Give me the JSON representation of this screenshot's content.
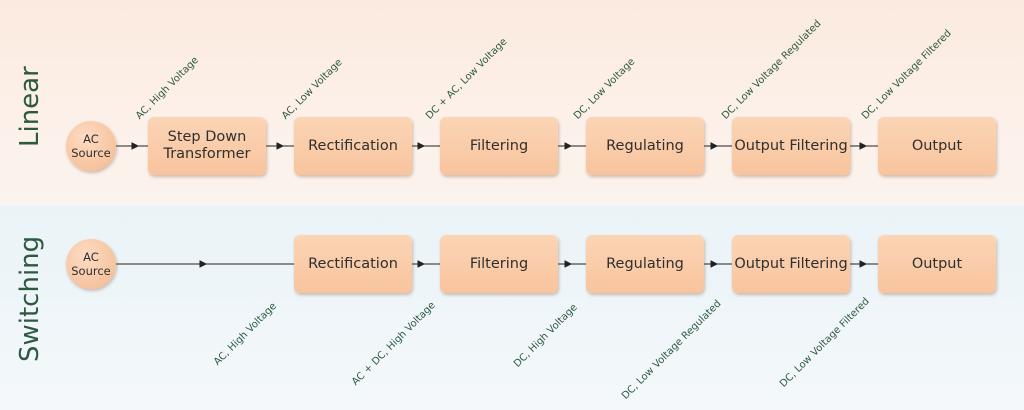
{
  "sections": {
    "linear": {
      "title": "Linear",
      "source": {
        "line1": "AC",
        "line2": "Source"
      },
      "blocks": [
        {
          "line1": "Step Down",
          "line2": "Transformer"
        },
        {
          "line1": "Rectification"
        },
        {
          "line1": "Filtering"
        },
        {
          "line1": "Regulating"
        },
        {
          "line1": "Output Filtering"
        },
        {
          "line1": "Output"
        }
      ],
      "labels": [
        "AC, High Voltage",
        "AC, Low Voltage",
        "DC + AC, Low Voltage",
        "DC, Low Voltage",
        "DC, Low Voltage Regulated",
        "DC, Low Voltage Filtered"
      ]
    },
    "switching": {
      "title": "Switching",
      "source": {
        "line1": "AC",
        "line2": "Source"
      },
      "blocks": [
        {
          "line1": "Rectification"
        },
        {
          "line1": "Filtering"
        },
        {
          "line1": "Regulating"
        },
        {
          "line1": "Output Filtering"
        },
        {
          "line1": "Output"
        }
      ],
      "labels": [
        "AC, High Voltage",
        "AC + DC, High Voltage",
        "DC, High Voltage",
        "DC, Low Voltage Regulated",
        "DC, Low Voltage Filtered"
      ]
    }
  },
  "colors": {
    "linear_band": "#fbeadf",
    "switching_band": "#eaf3f7",
    "box_fill": "#f8c49d",
    "label_text": "#2d5a3f",
    "line": "#222222"
  }
}
